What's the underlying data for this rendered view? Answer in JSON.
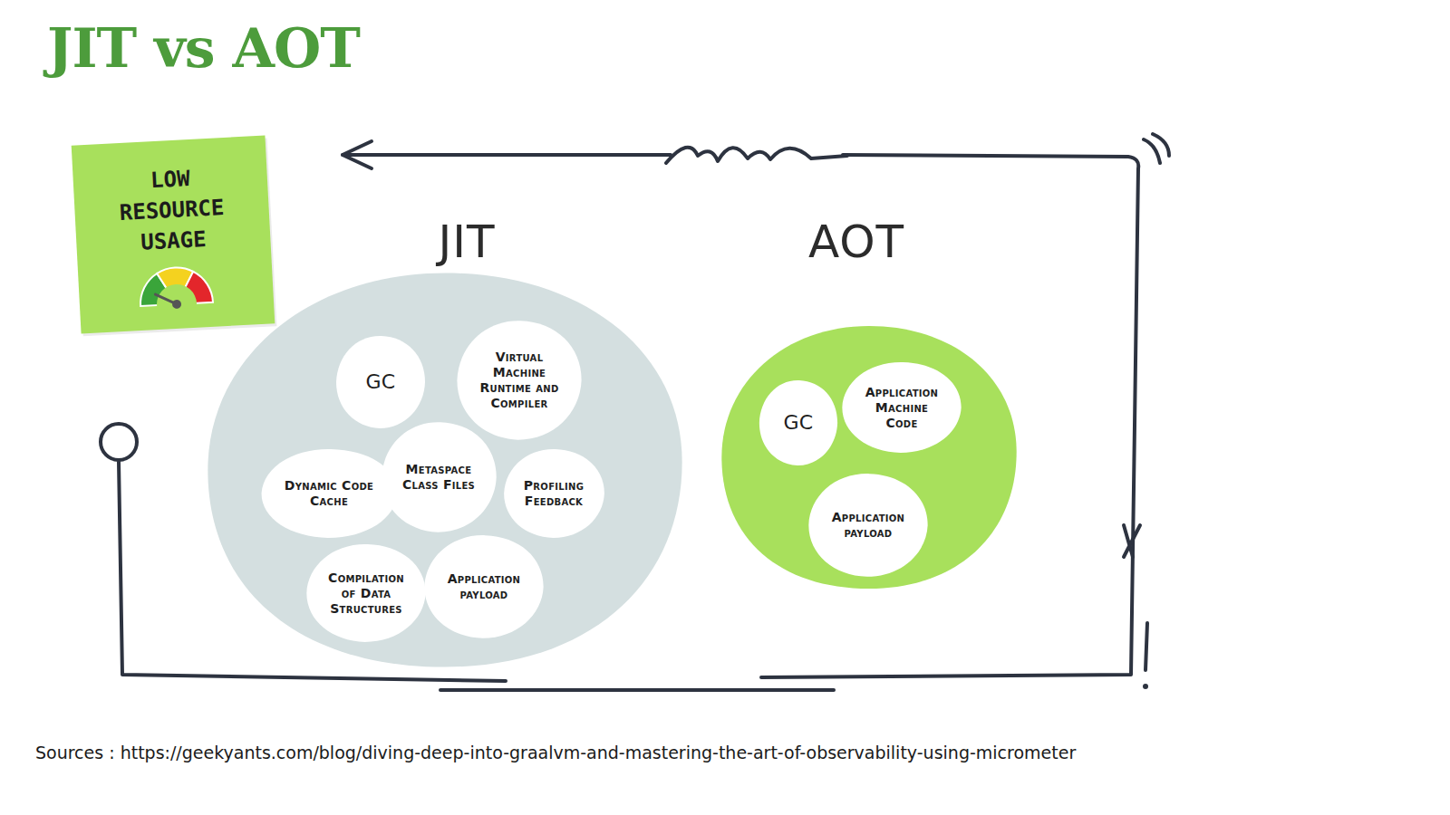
{
  "diagram": {
    "title": "JIT vs AOT",
    "caption": "Sources : https://geekyants.com/blog/diving-deep-into-graalvm-and-mastering-the-art-of-observability-using-micrometer",
    "nodes": [
      {
        "text": [
          "LOW RESOURCE USAGE"
        ]
      },
      {
        "text": [
          "JIT"
        ]
      },
      {
        "text": [
          "GC"
        ],
        "in": 1
      },
      {
        "text": [
          "Virtual Machine Runtime and Compiler"
        ],
        "in": 1
      },
      {
        "text": [
          "Dynamic Code Cache"
        ],
        "in": 1
      },
      {
        "text": [
          "Metaspace Class Files"
        ],
        "in": 1
      },
      {
        "text": [
          "Profiling Feedback"
        ],
        "in": 1
      },
      {
        "text": [
          "Compilation of Data Structures"
        ],
        "in": 1
      },
      {
        "text": [
          "Application payload"
        ],
        "in": 1
      },
      {
        "text": [
          "AOT"
        ]
      },
      {
        "text": [
          "GC"
        ],
        "in": 9
      },
      {
        "text": [
          "Application Machine Code"
        ],
        "in": 9
      },
      {
        "text": [
          "Application payload"
        ],
        "in": 9
      }
    ]
  }
}
